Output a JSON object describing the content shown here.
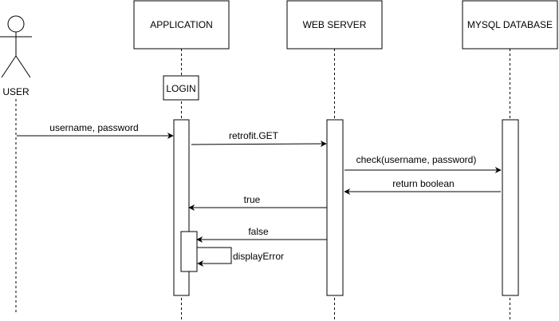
{
  "actor": {
    "label": "USER"
  },
  "participants": {
    "application": "APPLICATION",
    "web_server": "WEB SERVER",
    "database": "MYSQL DATABASE"
  },
  "state_box": {
    "label": "LOGIN"
  },
  "messages": [
    {
      "id": "m1",
      "from": "USER",
      "to": "APPLICATION",
      "label": "username, password"
    },
    {
      "id": "m2",
      "from": "APPLICATION",
      "to": "WEB SERVER",
      "label": "retrofit.GET"
    },
    {
      "id": "m3",
      "from": "WEB SERVER",
      "to": "MYSQL DATABASE",
      "label": "check(username, password)"
    },
    {
      "id": "m4",
      "from": "MYSQL DATABASE",
      "to": "WEB SERVER",
      "label": "return boolean"
    },
    {
      "id": "m5",
      "from": "WEB SERVER",
      "to": "APPLICATION",
      "label": "true"
    },
    {
      "id": "m6",
      "from": "WEB SERVER",
      "to": "APPLICATION",
      "label": "false"
    },
    {
      "id": "m7",
      "from": "APPLICATION",
      "to": "APPLICATION",
      "label": "displayError"
    }
  ]
}
